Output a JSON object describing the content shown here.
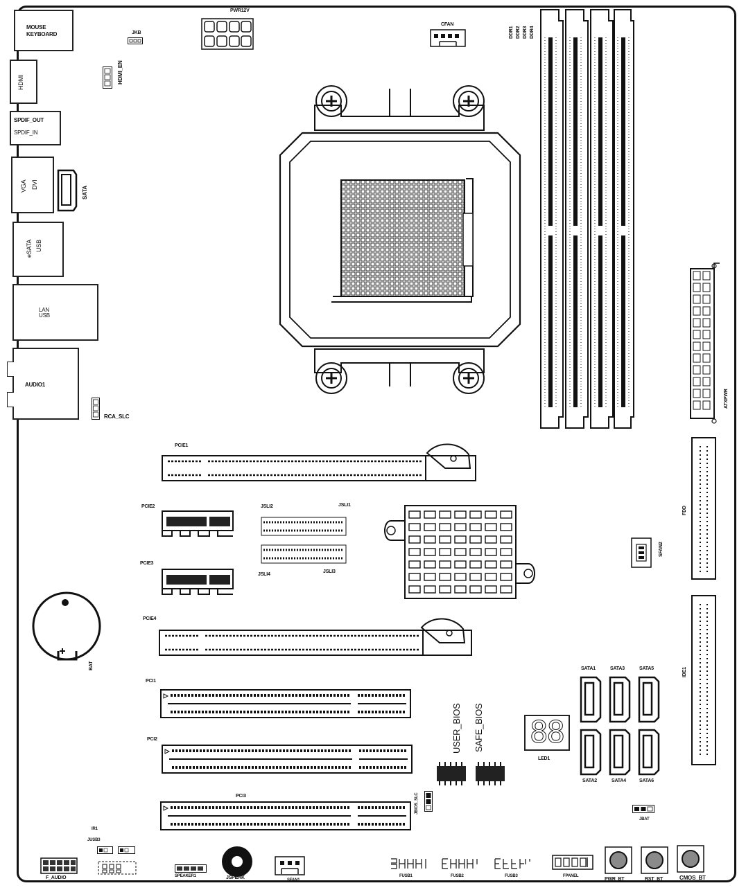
{
  "io_panel": {
    "mouse_keyboard": [
      "MOUSE",
      "KEYBOARD"
    ],
    "hdmi": "HDMI",
    "spdif_out": "SPDIF_OUT",
    "spdif_in": "SPDIF_IN",
    "vga": "VGA",
    "dvi": "DVI",
    "esata": "eSATA",
    "usb": "USB",
    "lan": "LAN",
    "lan_usb": "USB",
    "audio": "AUDIO1"
  },
  "headers": {
    "ps2": "JKB",
    "hdmi_en": "HDMI_EN",
    "sata_conn": "SATA",
    "pwr12v": "PWR12V",
    "cfan": "CFAN",
    "ddr": [
      "DDR1",
      "DDR2",
      "DDR3",
      "DDR4"
    ],
    "atxpwr": "ATXPWR",
    "rca_slc": "RCA_SLC",
    "fdd": "FDD",
    "ide": "IDE1",
    "sfan2": "SFAN2",
    "bat": "BAT",
    "led1": "LED1",
    "led_digits": "88",
    "jbat": "JBAT",
    "ir": "IR1",
    "jusb": "JUSB3"
  },
  "slots": {
    "pcie1": "PCIE1",
    "pcie2": "PCIE2",
    "pcie3": "PCIE3",
    "pcie4": "PCIE4",
    "pci1": "PCI1",
    "pci2": "PCI2",
    "pci3": "PCI3"
  },
  "jumpers": {
    "xsli2": "JSLI2",
    "xsli1": "JSLI1",
    "xsli4": "JSLI4",
    "xsli3": "JSLI3",
    "user_bios": "USER_BIOS",
    "safe_bios": "SAFE_BIOS",
    "jbios_slc": "JBIOS_SLC"
  },
  "sata": [
    "SATA1",
    "SATA3",
    "SATA5",
    "SATA2",
    "SATA4",
    "SATA6"
  ],
  "bottom": {
    "f_audio": "F_AUDIO",
    "speaker": "SPEAKER1",
    "jspeak": "JSPEAK",
    "sfan1": "SFAN1",
    "fusb1": "FUSB1",
    "fusb2": "FUSB2",
    "fusb3": "FUSB3",
    "fpanel": "FPANEL",
    "pwr_bt": "PWR_BT",
    "rst_bt": "RST_BT",
    "cmos_bt": "CMOS_BT"
  }
}
